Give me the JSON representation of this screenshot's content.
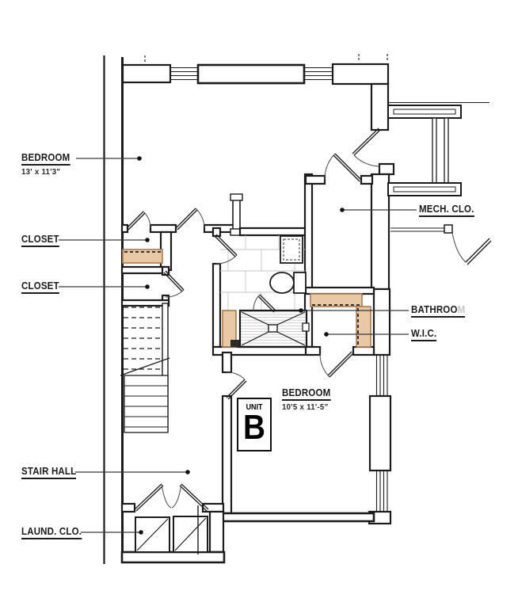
{
  "plan": {
    "unit_badge": {
      "prefix": "UNIT",
      "letter": "B"
    },
    "rooms": {
      "bedroom_top": {
        "label": "BEDROOM",
        "dimensions": "13' x 11'3\""
      },
      "closet_upper": {
        "label": "CLOSET"
      },
      "closet_lower": {
        "label": "CLOSET"
      },
      "mech_closet": {
        "label": "MECH. CLO."
      },
      "bathroom": {
        "label": "BATHROO",
        "label_faded": "M"
      },
      "wic": {
        "label": "W.I.C."
      },
      "bedroom_b": {
        "label": "BEDROOM",
        "dimensions": "10'5 x 11'-5\""
      },
      "stair_hall": {
        "label": "STAIR HALL"
      },
      "laundry_closet": {
        "label": "LAUND. CLO."
      }
    },
    "colors": {
      "wall": "#1c1c1c",
      "shelf_fill": "#e9c9a5",
      "shelf_border": "#a97c50",
      "tile_line": "#c6c6c6",
      "faded_text": "#c4c4c4"
    }
  }
}
